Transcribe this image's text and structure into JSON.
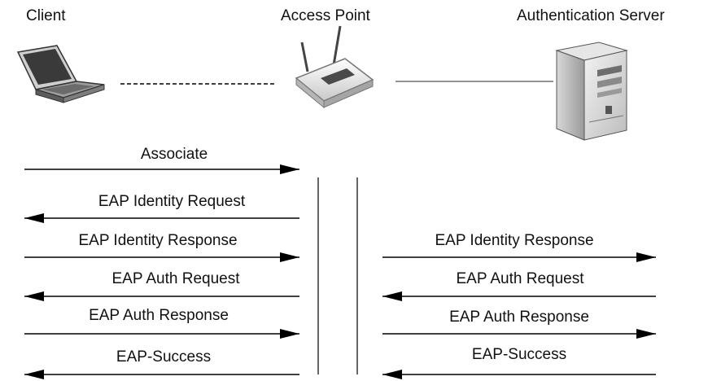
{
  "entities": {
    "client": {
      "label": "Client",
      "icon": "laptop-icon"
    },
    "access_point": {
      "label": "Access Point",
      "icon": "wireless-router-icon"
    },
    "server": {
      "label": "Authentication Server",
      "icon": "server-tower-icon"
    }
  },
  "links": {
    "client_to_ap": "wireless",
    "ap_to_server": "wired"
  },
  "messages_client_ap": [
    {
      "label": "Associate",
      "direction": "to-ap"
    },
    {
      "label": "EAP Identity Request",
      "direction": "to-client"
    },
    {
      "label": "EAP Identity Response",
      "direction": "to-ap"
    },
    {
      "label": "EAP Auth Request",
      "direction": "to-client"
    },
    {
      "label": "EAP Auth Response",
      "direction": "to-ap"
    },
    {
      "label": "EAP-Success",
      "direction": "to-client"
    }
  ],
  "messages_ap_server": [
    {
      "label": "EAP Identity Response",
      "direction": "to-server"
    },
    {
      "label": "EAP Auth Request",
      "direction": "to-ap"
    },
    {
      "label": "EAP Auth Response",
      "direction": "to-server"
    },
    {
      "label": "EAP-Success",
      "direction": "to-ap"
    }
  ],
  "colors": {
    "line": "#000000",
    "text": "#111111",
    "device_gray": "#8c8c8c"
  }
}
